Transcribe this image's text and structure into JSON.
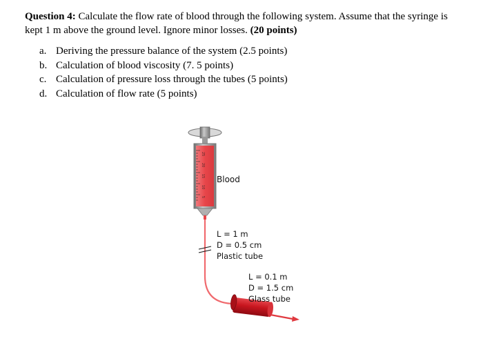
{
  "question": {
    "label": "Question 4:",
    "text": " Calculate the flow rate of blood through the following system. Assume that the syringe is kept 1 m above the ground level. Ignore minor losses. ",
    "points": "(20 points)"
  },
  "parts": [
    {
      "letter": "a.",
      "text": "Deriving the pressure balance of the system (2.5 points)"
    },
    {
      "letter": "b.",
      "text": "Calculation of blood viscosity (7. 5 points)"
    },
    {
      "letter": "c.",
      "text": "Calculation of pressure loss through the tubes (5 points)"
    },
    {
      "letter": "d.",
      "text": "Calculation of flow rate (5 points)"
    }
  ],
  "diagram": {
    "syringe_label": "Blood",
    "syringe_scale": [
      "25",
      "20",
      "15",
      "10",
      "5"
    ],
    "plastic_tube": {
      "length": "L = 1 m",
      "diameter": "D = 0.5 cm",
      "material": "Plastic tube"
    },
    "glass_tube": {
      "length": "L = 0.1 m",
      "diameter": "D = 1.5 cm",
      "material": "Glass tube"
    },
    "colors": {
      "blood": "#e8464a",
      "blood_light": "#f3a2a4",
      "glass_tube": "#c8161f",
      "barrel_grey": "#8a8a8a"
    }
  }
}
